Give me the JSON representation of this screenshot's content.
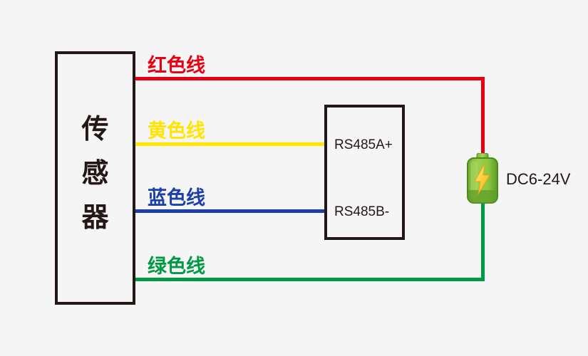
{
  "background_color": "#f5f5f5",
  "diagram": {
    "sensor": {
      "label": "传\n感\n器",
      "border_color": "#231815"
    },
    "converter": {
      "terminals": [
        {
          "name": "rs485a",
          "label": "RS485A+"
        },
        {
          "name": "rs485b",
          "label": "RS485B-"
        }
      ],
      "border_color": "#231815"
    },
    "power": {
      "label": "DC6-24V",
      "icon": "battery-icon",
      "bolt_icon": "lightning-bolt-icon",
      "body_color": "#8cc63e",
      "bolt_color": "#ffd24a"
    },
    "wires": [
      {
        "name": "red-wire",
        "label": "红色线",
        "color": "#e60012",
        "from": "sensor",
        "to": "power-positive"
      },
      {
        "name": "yellow-wire",
        "label": "黄色线",
        "color": "#ffe500",
        "from": "sensor",
        "to": "RS485A+"
      },
      {
        "name": "blue-wire",
        "label": "蓝色线",
        "color": "#1d3faa",
        "from": "sensor",
        "to": "RS485B-"
      },
      {
        "name": "green-wire",
        "label": "绿色线",
        "color": "#009944",
        "from": "sensor",
        "to": "power-negative"
      }
    ]
  }
}
